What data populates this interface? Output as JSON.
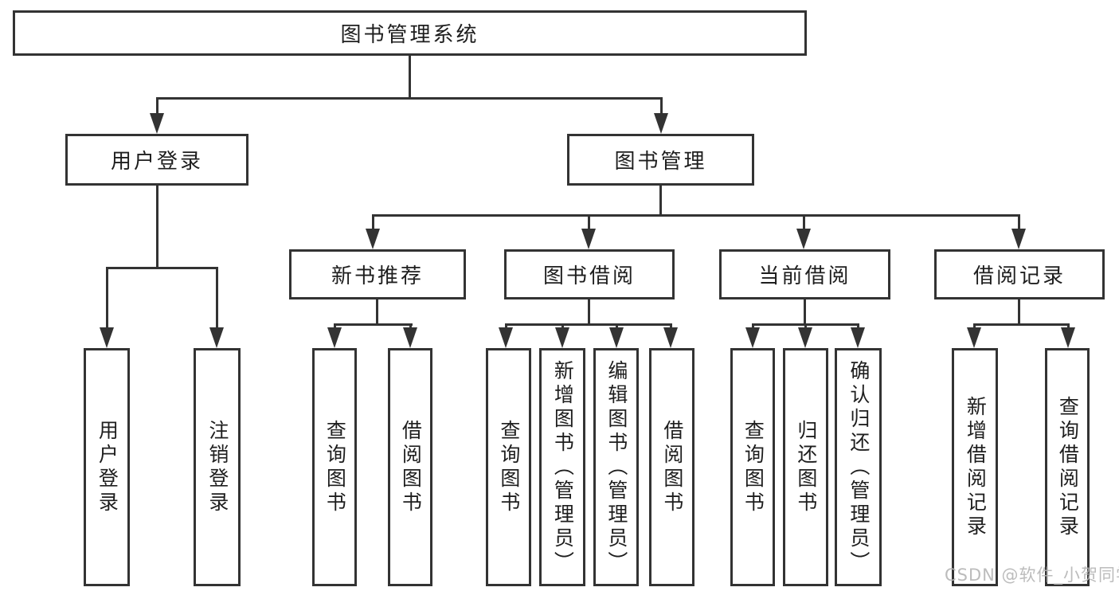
{
  "colors": {
    "line": "#333333",
    "box_border": "#333333",
    "text": "#1e1e1e",
    "watermark": "#b5b5b5",
    "background": "#ffffff"
  },
  "watermark": {
    "text": "CSDN @软件_小贺同学"
  },
  "tree": {
    "root": "图书管理系统",
    "level2": [
      "用户登录",
      "图书管理"
    ],
    "level3": [
      "新书推荐",
      "图书借阅",
      "当前借阅",
      "借阅记录"
    ],
    "leaves": {
      "user_login": [
        "用户登录",
        "注销登录"
      ],
      "new_book_rec": [
        "查询图书",
        "借阅图书"
      ],
      "book_borrow": [
        "查询图书",
        "新增图书（管理员）",
        "编辑图书（管理员）",
        "借阅图书"
      ],
      "current_borrow": [
        "查询图书",
        "归还图书",
        "确认归还（管理员）"
      ],
      "borrow_records": [
        "新增借阅记录",
        "查询借阅记录"
      ]
    }
  }
}
